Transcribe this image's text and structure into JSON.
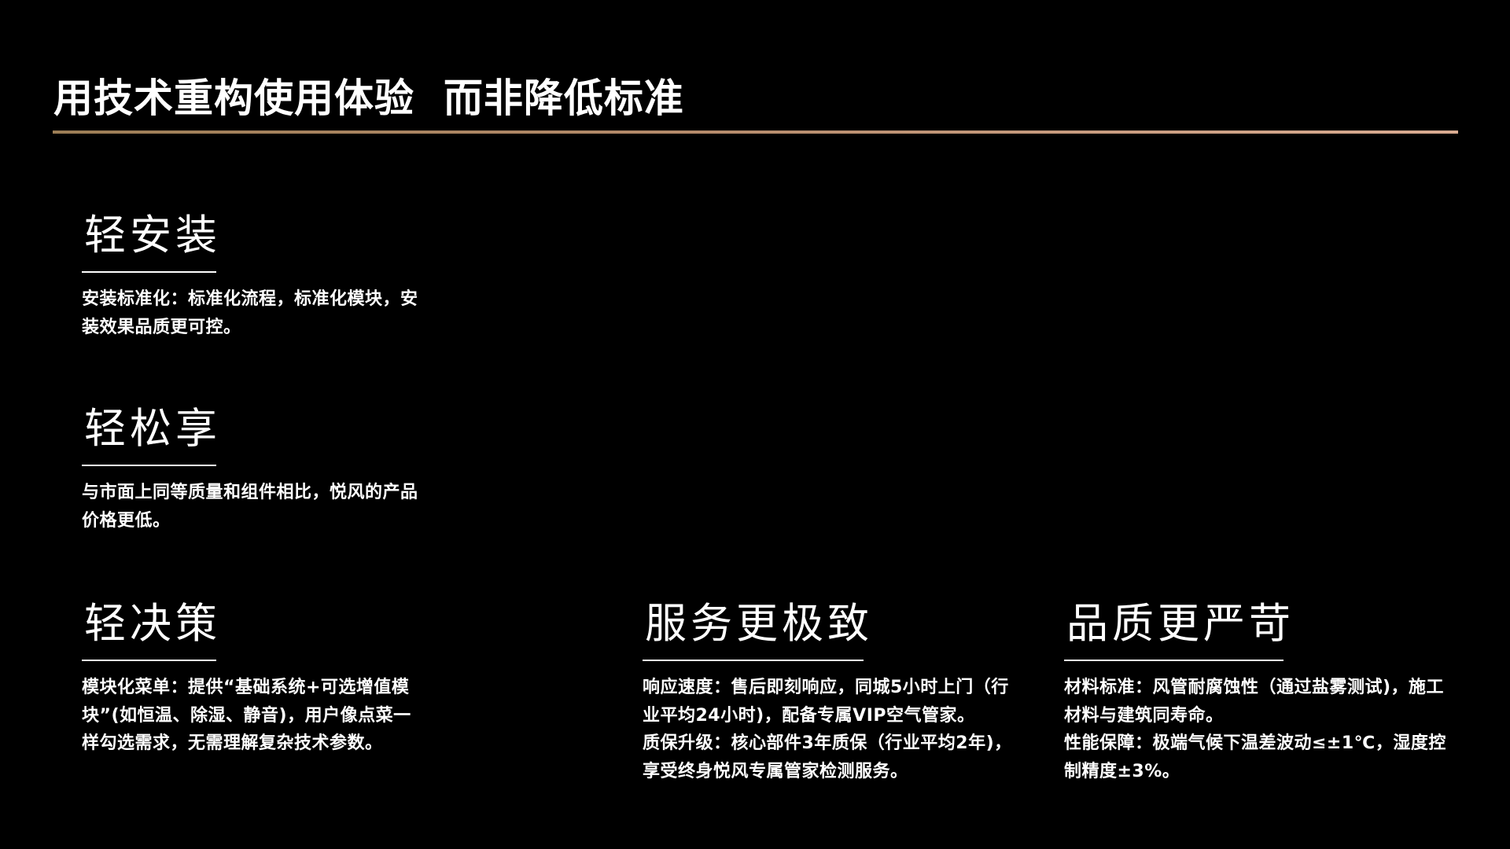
{
  "slide": {
    "title": "用技术重构使用体验  而非降低标准",
    "accent_gradient": [
      "#9c7d55",
      "#d9ab91"
    ],
    "background": "#000000",
    "text_color": "#ffffff"
  },
  "features": [
    {
      "heading": "轻安装",
      "paragraphs": [
        "安装标准化：标准化流程，标准化模块，安装效果品质更可控。"
      ]
    },
    {
      "heading": "轻松享",
      "paragraphs": [
        "与市面上同等质量和组件相比，悦风的产品价格更低。"
      ]
    },
    {
      "heading": "轻决策",
      "paragraphs": [
        "模块化菜单：提供“基础系统+可选增值模块”(如恒温、除湿、静音)，用户像点菜一样勾选需求，无需理解复杂技术参数。"
      ]
    },
    {
      "heading": "服务更极致",
      "paragraphs": [
        "响应速度：售后即刻响应，同城5小时上门（行业平均24小时)，配备专属VIP空气管家。",
        "质保升级：核心部件3年质保（行业平均2年)，享受终身悦风专属管家检测服务。"
      ]
    },
    {
      "heading": "品质更严苛",
      "paragraphs": [
        "材料标准：风管耐腐蚀性（通过盐雾测试)，施工材料与建筑同寿命。",
        "性能保障：极端气候下温差波动≤±1℃，湿度控制精度±3%。"
      ]
    }
  ]
}
